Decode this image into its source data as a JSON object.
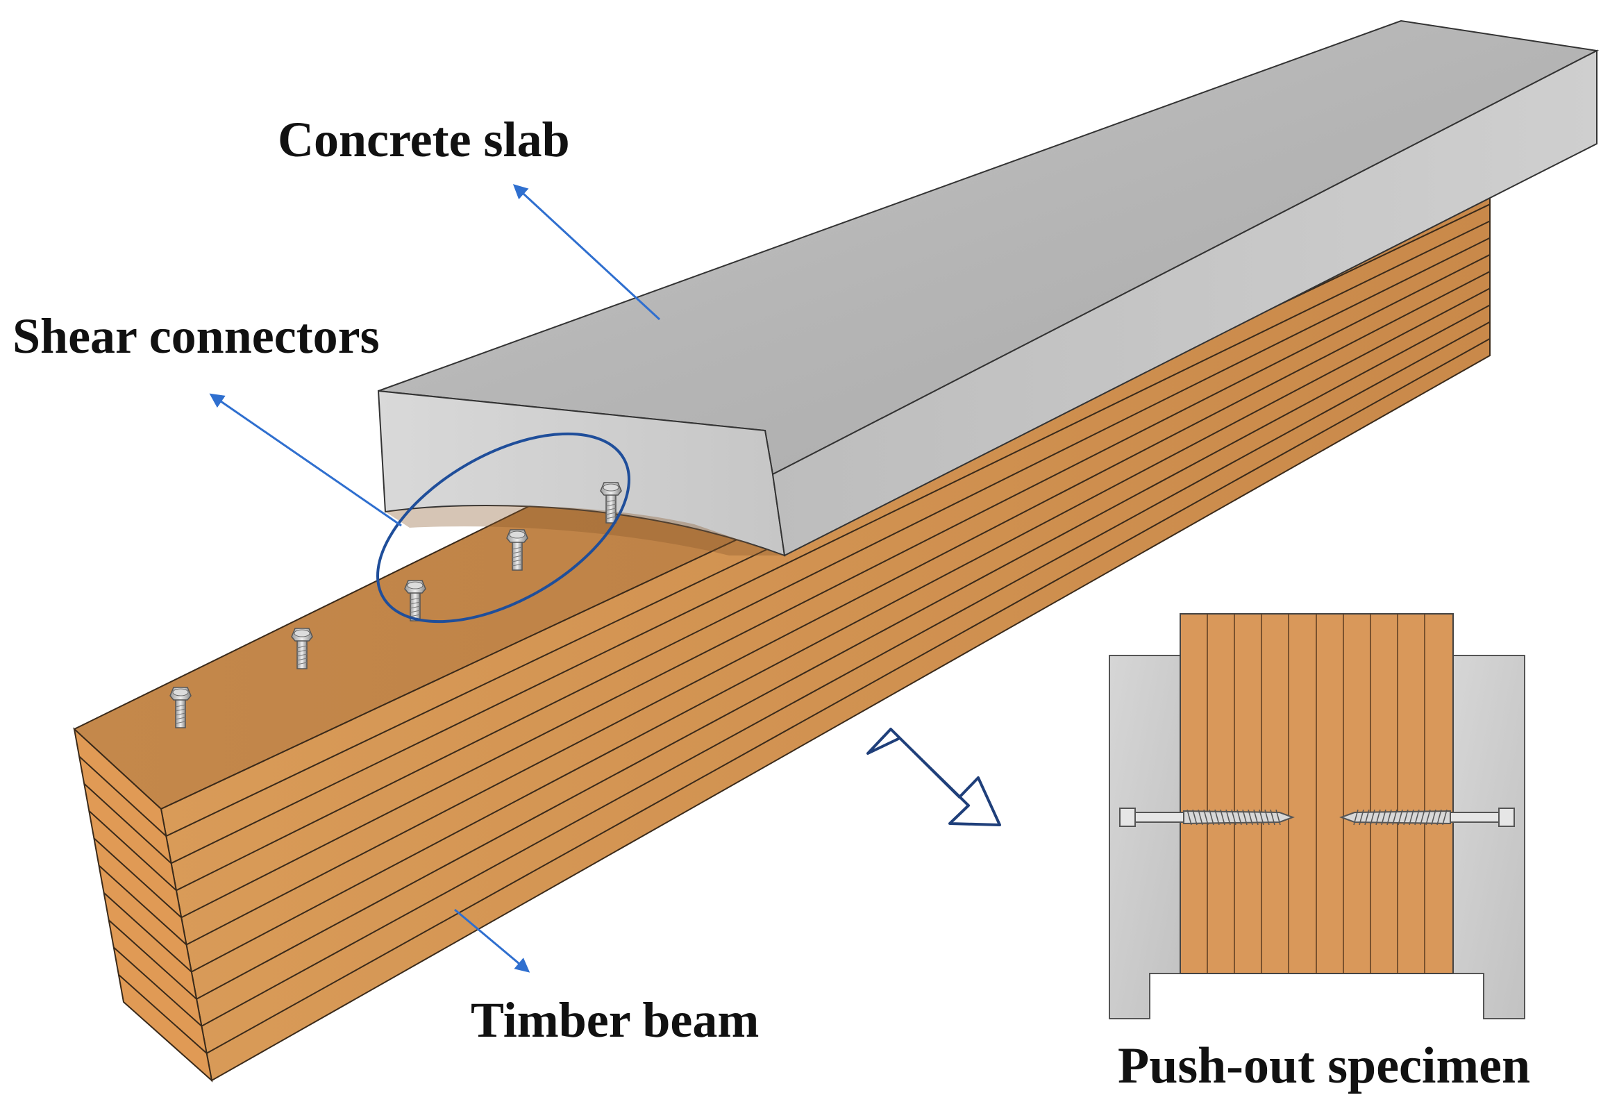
{
  "labels": {
    "concrete_slab": "Concrete slab",
    "shear_connectors": "Shear connectors",
    "timber_beam": "Timber beam",
    "push_out_specimen": "Push-out specimen"
  },
  "colors": {
    "timber_top": "#c48a4f",
    "timber_side": "#d4954f",
    "timber_front": "#e09a55",
    "concrete_top": "#b9b9b9",
    "concrete_side": "#cfcfcf",
    "pointer_arrow": "#2f6fcf",
    "highlight_ellipse": "#1f4e9a",
    "line": "#222222"
  },
  "icons": {
    "process_arrow": "hollow-right-down-arrow",
    "connector": "bolt-icon",
    "screw": "screw-icon"
  }
}
